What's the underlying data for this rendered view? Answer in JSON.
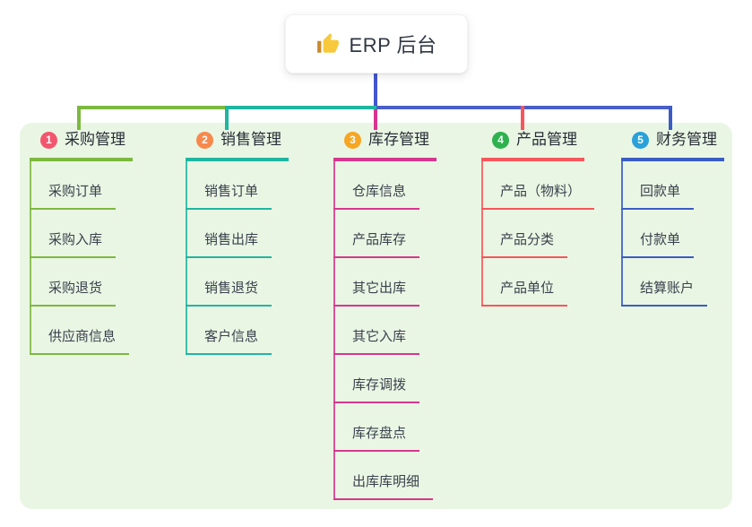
{
  "root": {
    "label": "ERP 后台",
    "icon": "thumbs-up-icon",
    "icon_hand_color": "#f8c93c",
    "icon_cuff_color": "#c98a2d"
  },
  "branches": [
    {
      "badge": "1",
      "label": "采购管理",
      "badge_color": "#f2566f",
      "line_color": "#7cb93f",
      "children": [
        "采购订单",
        "采购入库",
        "采购退货",
        "供应商信息"
      ]
    },
    {
      "badge": "2",
      "label": "销售管理",
      "badge_color": "#f7894c",
      "line_color": "#1fb6a1",
      "children": [
        "销售订单",
        "销售出库",
        "销售退货",
        "客户信息"
      ]
    },
    {
      "badge": "3",
      "label": "库存管理",
      "badge_color": "#f6a623",
      "line_color": "#d6368f",
      "children": [
        "仓库信息",
        "产品库存",
        "其它出库",
        "其它入库",
        "库存调拨",
        "库存盘点",
        "出库库明细"
      ]
    },
    {
      "badge": "4",
      "label": "产品管理",
      "badge_color": "#2db24e",
      "line_color": "#f6565c",
      "children": [
        "产品（物料）",
        "产品分类",
        "产品单位"
      ]
    },
    {
      "badge": "5",
      "label": "财务管理",
      "badge_color": "#29a1da",
      "line_color": "#3a5cc5",
      "children": [
        "回款单",
        "付款单",
        "结算账户"
      ]
    }
  ],
  "connectors": {
    "stem_color": "#4355cf",
    "segment_left_color": "#7cb93f",
    "segment_mid_color": "#1fb6a1",
    "segment_right_color": "#4a5fc9",
    "drop_colors": [
      "#7cb93f",
      "#1fb6a1",
      "#d6368f",
      "#f6565c",
      "#3a5cc5"
    ]
  },
  "colors": {
    "board_background": "#eaf6e4",
    "card_background": "#ffffff",
    "header_text": "#272d36",
    "child_text": "#39414c"
  }
}
